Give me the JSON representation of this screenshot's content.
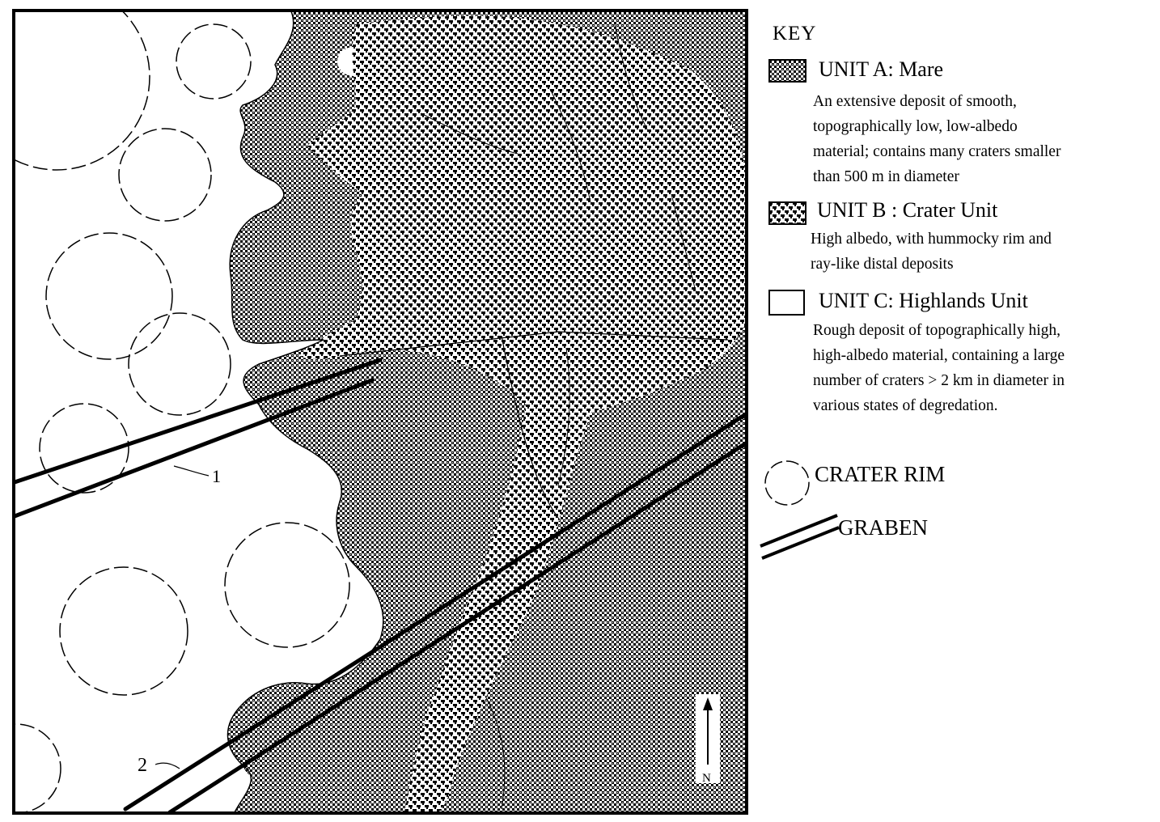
{
  "key": {
    "title": "KEY",
    "units": [
      {
        "id": "A",
        "title": "UNIT A: Mare",
        "description_lines": [
          "An extensive deposit of smooth,",
          "topographically low, low-albedo",
          "material; contains many craters smaller",
          "than 500 m in diameter"
        ],
        "pattern": "dense-stipple"
      },
      {
        "id": "B",
        "title": "UNIT B : Crater Unit",
        "description_lines": [
          "High albedo, with hummocky rim and",
          "ray-like distal deposits"
        ],
        "pattern": "checker"
      },
      {
        "id": "C",
        "title": "UNIT C: Highlands Unit",
        "description_lines": [
          "Rough deposit of topographically high,",
          "high-albedo material, containing a large",
          "number of craters > 2 km in diameter in",
          "various states of degredation."
        ],
        "pattern": "blank"
      }
    ],
    "symbols": [
      {
        "id": "crater",
        "label": "CRATER RIM",
        "icon": "crater-rim-icon"
      },
      {
        "id": "graben",
        "label": "GRABEN",
        "icon": "graben-icon"
      }
    ]
  },
  "map_labels": {
    "graben_1": "1",
    "graben_2": "2",
    "north": "N"
  },
  "colors": {
    "ink": "#000000",
    "paper": "#ffffff"
  }
}
